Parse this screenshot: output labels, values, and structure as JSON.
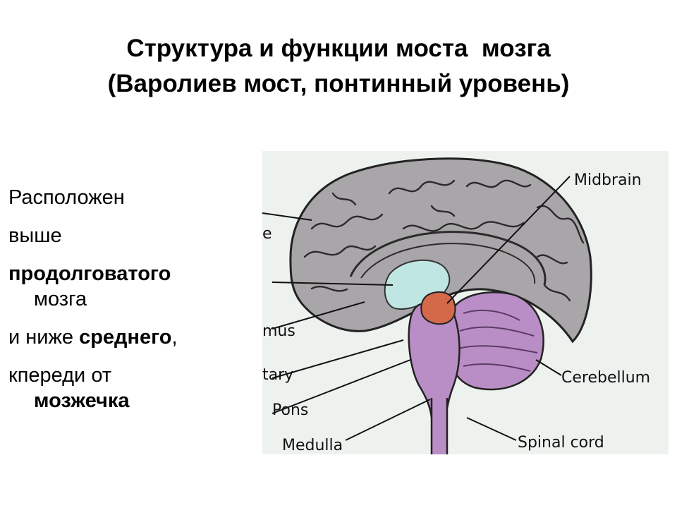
{
  "title": {
    "line1": "Структура и функции моста  мозга",
    "line2": "(Варолиев мост, понтинный уровень)"
  },
  "text": {
    "p1_l1": "Расположен",
    "p1_l2": "выше",
    "p2_bold": "продолговатого",
    "p2_cont": "мозга",
    "p3_pre": "и ниже ",
    "p3_bold": "среднего",
    "p3_post": ",",
    "p4_l1": "кпереди от",
    "p4_bold": "мозжечка"
  },
  "diagram": {
    "labels": {
      "midbrain": "Midbrain",
      "cerebellum": "Cerebellum",
      "spinal_cord": "Spinal cord",
      "pons": "Pons",
      "medulla": "Medulla",
      "tary": "tary",
      "mus": "mus",
      "cut_e": "e"
    },
    "colors": {
      "cerebrum": "#a9a6a9",
      "brainstem": "#b98ec6",
      "pons_highlight": "#d4694a",
      "thalamus": "#bfe6e2",
      "background": "#eef2ef"
    }
  }
}
